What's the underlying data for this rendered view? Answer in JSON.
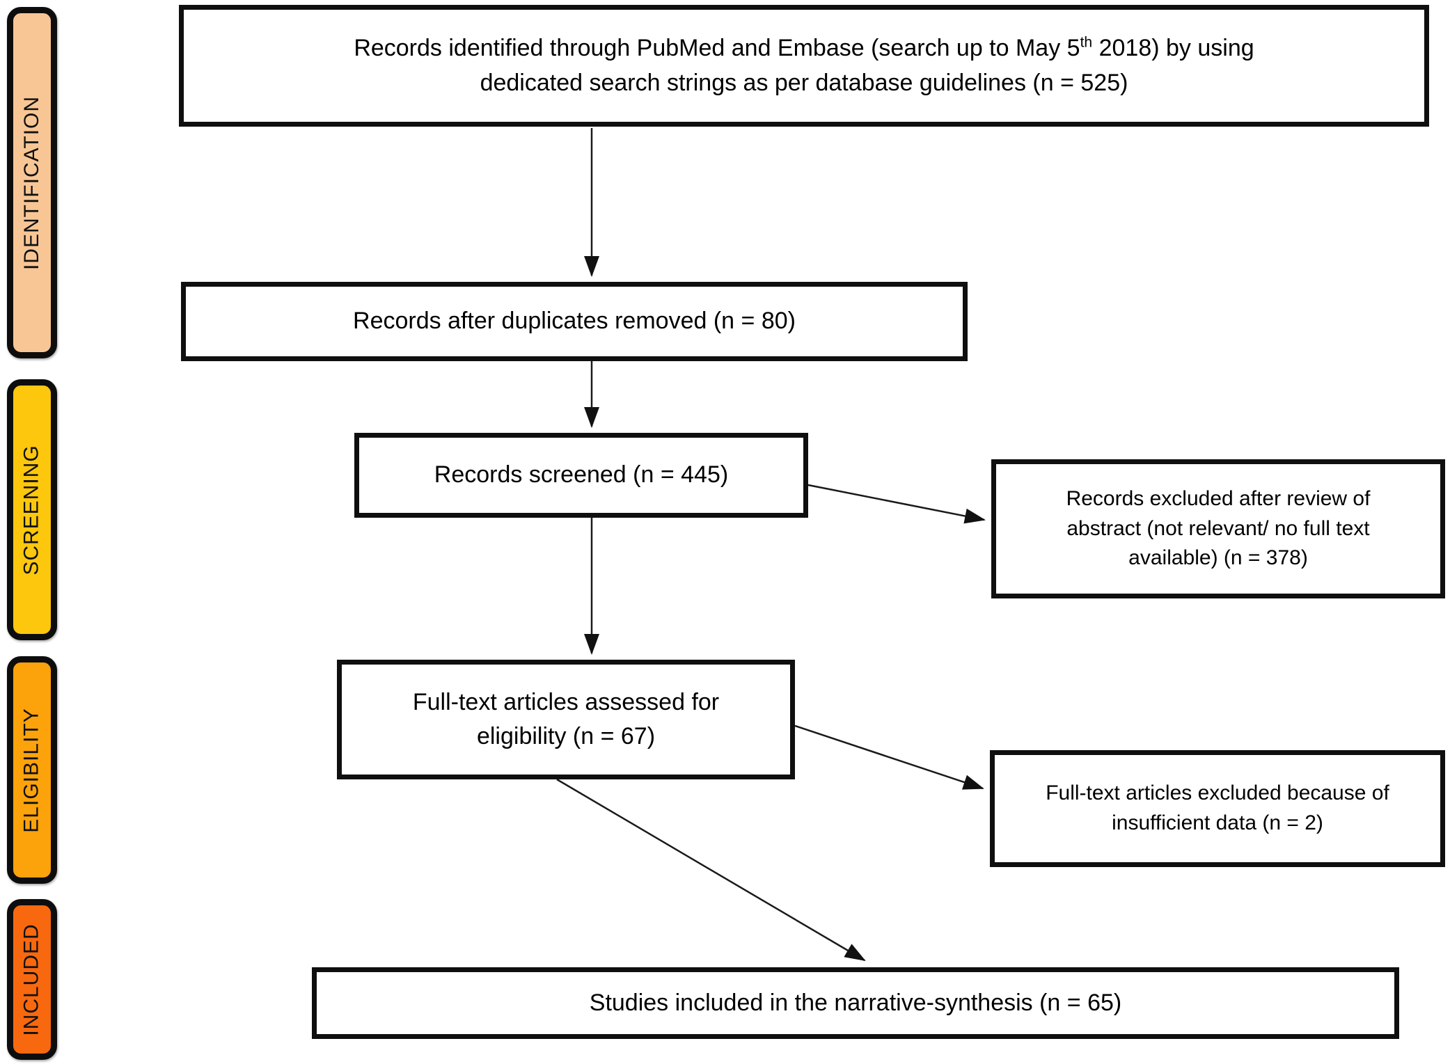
{
  "diagram": {
    "title_semantic": "PRISMA flow diagram",
    "line_color": "#1a1a1a",
    "stages": [
      {
        "label": "IDENTIFICATION",
        "color": "#F8C695"
      },
      {
        "label": "SCREENING",
        "color": "#FCC70D"
      },
      {
        "label": "ELIGIBILITY",
        "color": "#FCA20B"
      },
      {
        "label": "INCLUDED",
        "color": "#F8680F"
      }
    ],
    "boxes": {
      "identified": {
        "line1_pre": "Records identified through PubMed and Embase (search up to May 5",
        "line1_sup": "th",
        "line1_post": " 2018) by using",
        "line2": "dedicated search strings as per database guidelines (n = 525)",
        "n": 525
      },
      "duplicates": {
        "text": "Records after duplicates removed (n = 80)",
        "n": 80
      },
      "screened": {
        "text": "Records screened (n = 445)",
        "n": 445
      },
      "excluded_abstract": {
        "lines": [
          "Records excluded after review of",
          "abstract (not relevant/ no full text",
          "available) (n = 378)"
        ],
        "n": 378
      },
      "fulltext": {
        "lines": [
          "Full-text articles assessed for",
          "eligibility (n = 67)"
        ],
        "n": 67
      },
      "excluded_fulltext": {
        "lines": [
          "Full-text articles excluded because of",
          "insufficient data (n = 2)"
        ],
        "n": 2
      },
      "included": {
        "text": "Studies included in the narrative-synthesis (n = 65)",
        "n": 65
      }
    }
  }
}
